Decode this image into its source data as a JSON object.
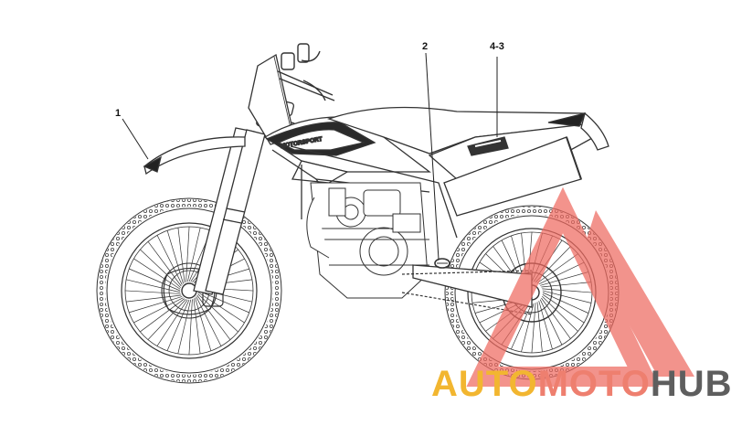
{
  "diagram": {
    "callouts": [
      {
        "id": "c1",
        "label": "1"
      },
      {
        "id": "c2",
        "label": "2"
      },
      {
        "id": "c3",
        "label": "4-3"
      }
    ],
    "decal_text": "MOTORSPORT"
  },
  "watermark": {
    "parts": [
      {
        "text": "AUTO",
        "color": "#f2b630"
      },
      {
        "text": "MOTO",
        "color": "#ee7f6f"
      },
      {
        "text": "HUB",
        "color": "#5e5e5e"
      }
    ],
    "triangle_color": "#ee6a60"
  }
}
